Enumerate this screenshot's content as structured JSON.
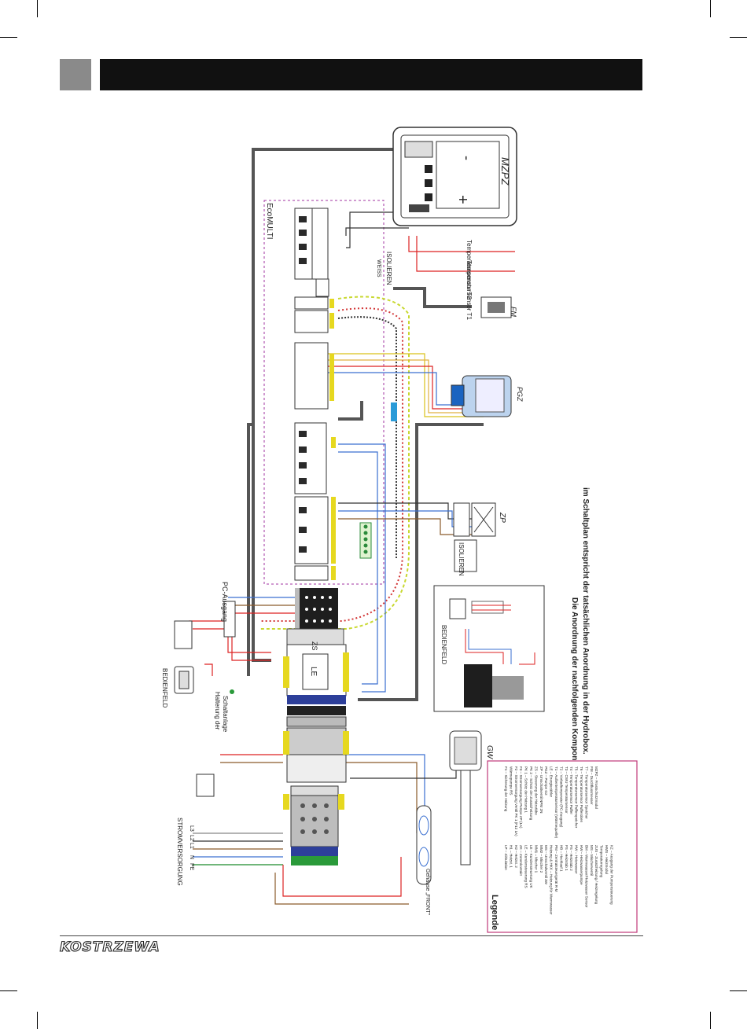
{
  "brand": "KOSTRZEWA",
  "diagram": {
    "mzpz": {
      "label": "MZPZ",
      "plus": "+",
      "minus": "-"
    },
    "sensors": {
      "t2": "Temperatursensor T2",
      "t1": "Temperatursensor T1"
    },
    "fm": "FM",
    "pgz": "PGZ",
    "zp": "ZP",
    "gw": "GW",
    "isolieren": "ISOLIEREN",
    "weiss": "WEISS",
    "ecomulti": "EcoMULTI",
    "le": "LE",
    "zs": "ZS",
    "pc_ausgang": "PC-Ausgang",
    "bedienfeld": "BEDIENFELD",
    "halterung": [
      "Halterung der",
      "Schaltanlage"
    ],
    "stromversorgung": "STROMVERSORGUNG",
    "gehaeuse": "Gehäuse „FRONT\"",
    "supply_lines": [
      "PE",
      "N",
      "L1",
      "L2",
      "L3"
    ],
    "inset_title": "BEDIENFELD",
    "note": [
      "Die Anordnung der nachfolgenden Komponenten",
      "im Schaltplan entspricht der tatsächlichen Anordnung in der Hydrobox."
    ]
  },
  "legend": {
    "title": "Legende",
    "col1": [
      "LP – Zirkulation",
      "H1 – Heizst. 1",
      "H2 – Heizst. 2",
      "ZK – Zonenkontakt",
      "LE – Kundensteuerung RS",
      "LE – Kundensteuerung UK",
      "MM1 – Mischer 1",
      "MM2 – Mischer 2",
      "MS – Umschaltventil 3W",
      "Heizung & HKK – Heizung für Warmwasser",
      "PM – Zentralsteuergerät R-M",
      "HB – Hochlauf 1",
      "FS – Heizstab 1",
      "FS – Heizstab 2",
      "HW – Heizwasser",
      "HW – Heizwasserpumpe",
      "BM – Warmwasser/Heizwasser Sensor",
      "MS – Mischerventil",
      "ZUS – Zusatzheizung / Heizregelung",
      "Temperaturregelung",
      "HMS – Heizmodul",
      "KZ – Ausgang der Pumpensteuerung"
    ],
    "col2": [
      "F1 – Sicherung der Heizung",
      "Wärmepumpe RS",
      "F2 – Stromversorgung Ventil PK 1 (F12 1A)",
      "F3 – Stromversorgung Pumpe ZP (1A)",
      "PK 1 – Schütz der Heizung 1",
      "PK 2 – Schütz der Zusatzheizung",
      "ZS – Steuerung der Heizstäbe",
      "ZP – Umschaltventil NPM 2N",
      "PGZ – Pumpe G2",
      "LE – Energiezähler",
      "T1 – Außentemperatursensor (Wärmequelle)",
      "T2 – Vorlauftemperatur (PC-Ausgang)",
      "T3 – CWU Temperatursensor",
      "T4 – Temperatursensor Puffer",
      "T5 – Temperatursensor Pufferspeicher",
      "T6 – Temperatursensor Pufferoben",
      "T7 – Temperatursensor Speicher",
      "FM – Durchflussmesser",
      "MZPZ – Frostschutzmodul"
    ]
  }
}
